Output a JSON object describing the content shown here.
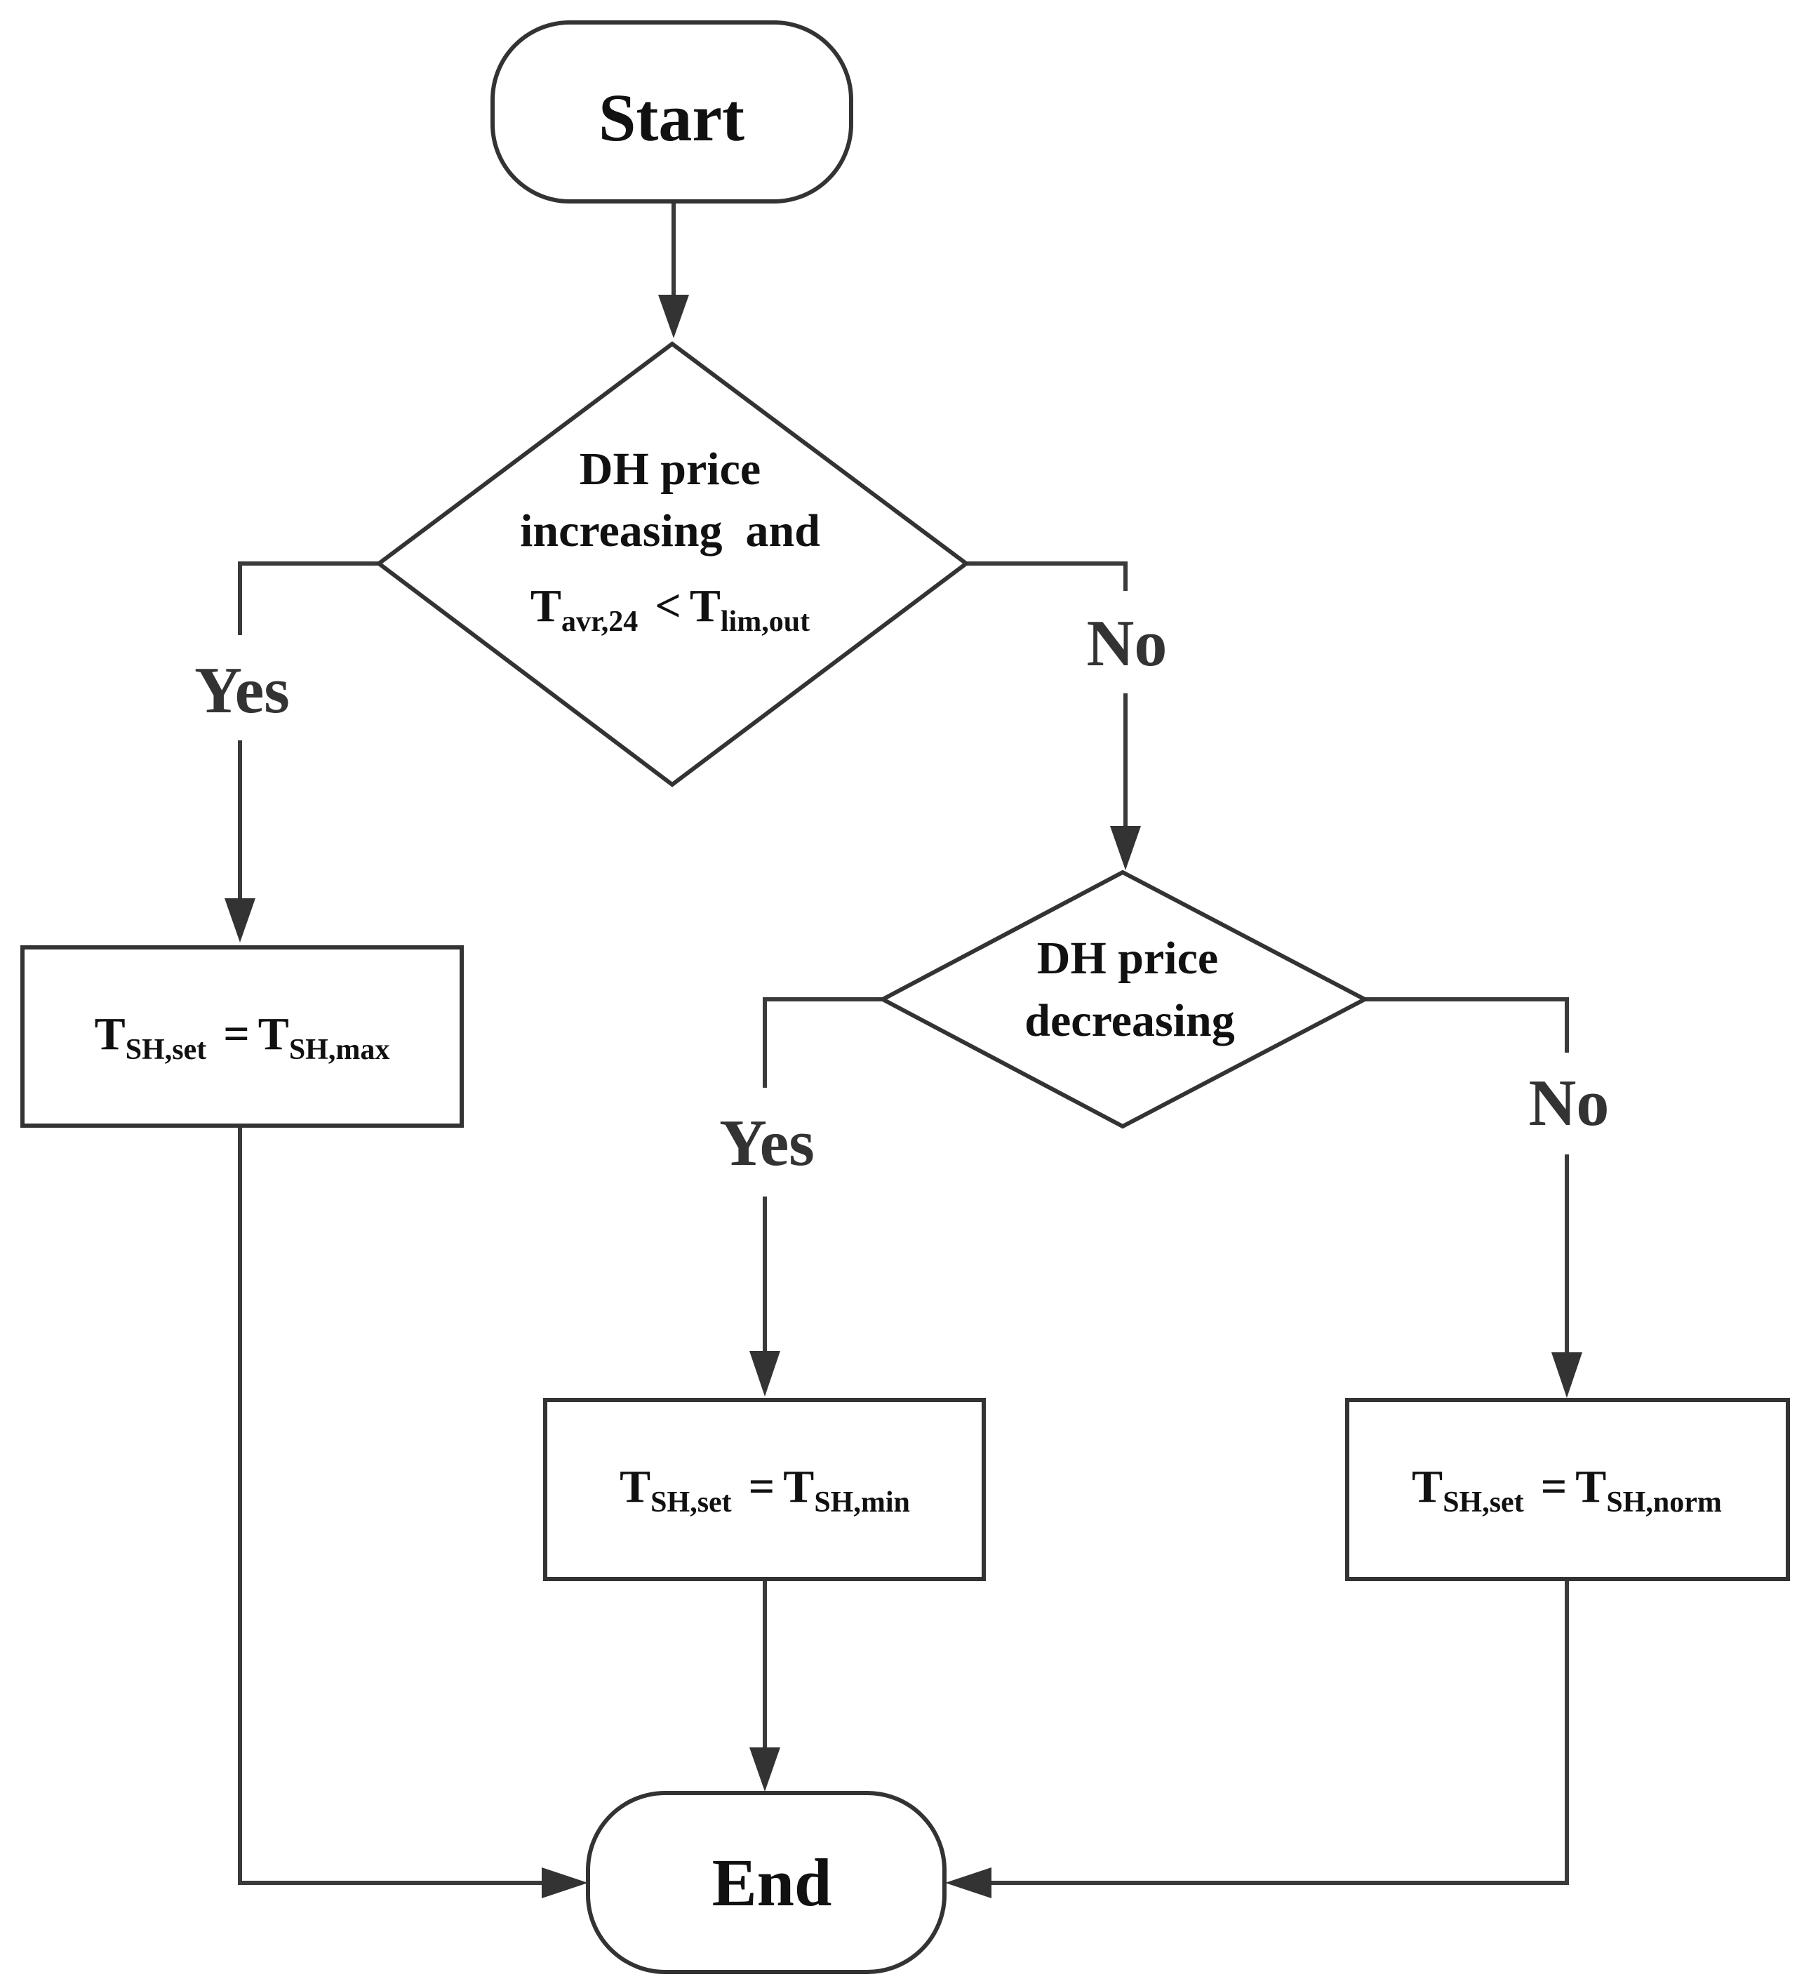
{
  "flowchart": {
    "start": {
      "label": "Start"
    },
    "end": {
      "label": "End"
    },
    "decision_1": {
      "line_1": "DH price",
      "line_2": "increasing  and",
      "condition": {
        "lhs": "T",
        "lhs_sub": "avr,24",
        "operator": "<",
        "rhs": "T",
        "rhs_sub": "lim,out"
      },
      "yes_label": "Yes",
      "no_label": "No"
    },
    "decision_2": {
      "line_1": "DH price",
      "line_2": "decreasing",
      "yes_label": "Yes",
      "no_label": "No"
    },
    "process_max": {
      "lhs": "T",
      "lhs_sub": "SH,set",
      "operator": "=",
      "rhs": "T",
      "rhs_sub": "SH,max"
    },
    "process_min": {
      "lhs": "T",
      "lhs_sub": "SH,set",
      "operator": "=",
      "rhs": "T",
      "rhs_sub": "SH,min"
    },
    "process_norm": {
      "lhs": "T",
      "lhs_sub": "SH,set",
      "operator": "=",
      "rhs": "T",
      "rhs_sub": "SH,norm"
    }
  }
}
